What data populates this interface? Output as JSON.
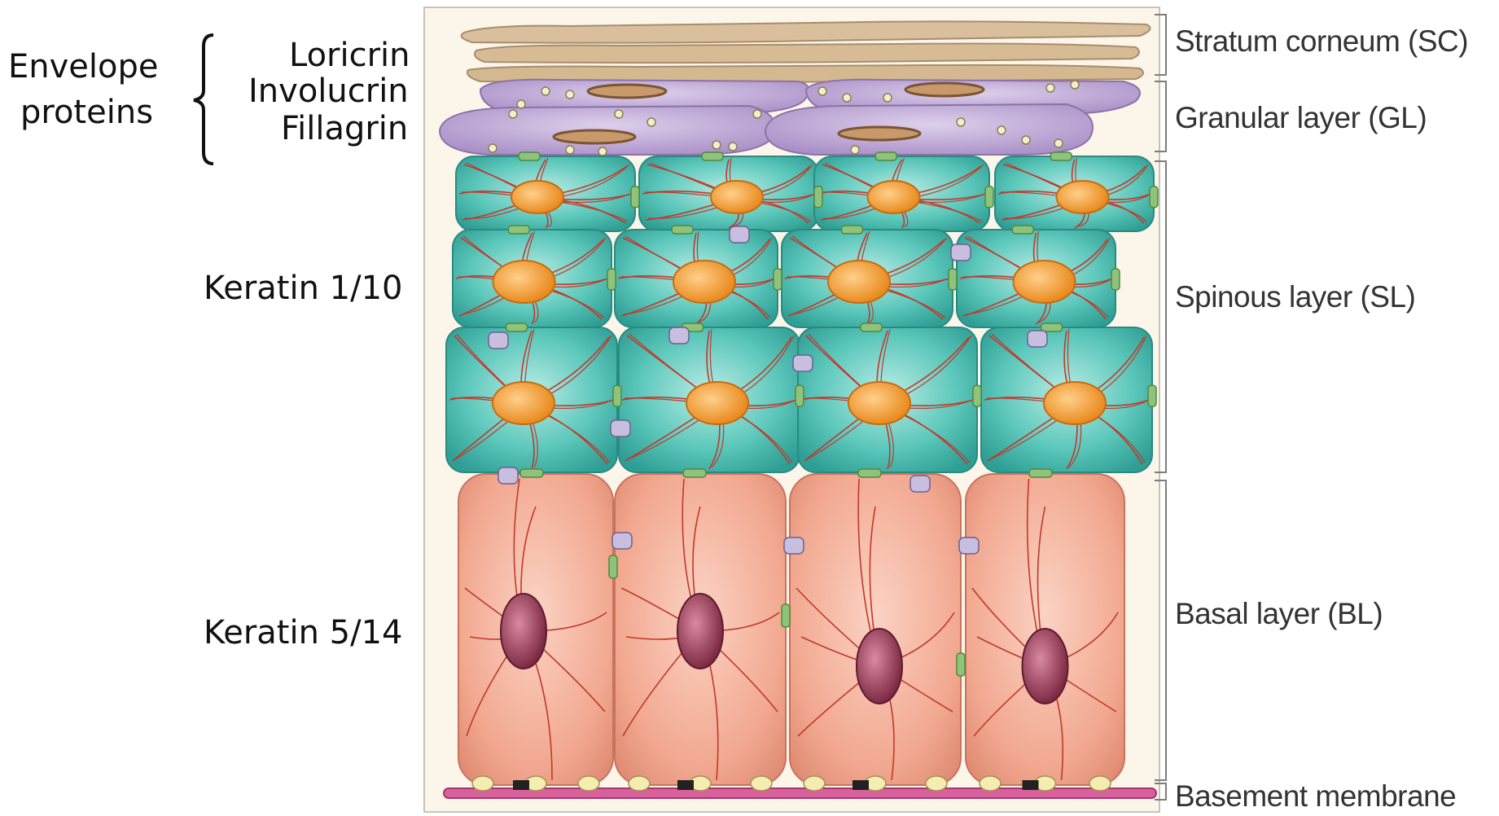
{
  "left_labels": {
    "envelope_line1": "Envelope",
    "envelope_line2": "proteins",
    "loricrin": "Loricrin",
    "involucrin": "Involucrin",
    "fillagrin": "Fillagrin",
    "keratin_1_10": "Keratin 1/10",
    "keratin_5_14": "Keratin 5/14"
  },
  "layer_labels": {
    "stratum_corneum": "Stratum corneum (SC)",
    "granular": "Granular layer (GL)",
    "spinous": "Spinous layer (SL)",
    "basal": "Basal layer (BL)",
    "basement_membrane": "Basement membrane"
  },
  "colors": {
    "corneum": "#d8bf9c",
    "granular": "#b9a1cf",
    "spinous": "#4fbfb3",
    "basal": "#f0a48f",
    "nucleus_spinous": "#f5a03a",
    "nucleus_basal": "#9b3a56",
    "keratin_filament": "#c0392b",
    "desmosome": "#8fc27a",
    "basement": "#d8619b"
  }
}
